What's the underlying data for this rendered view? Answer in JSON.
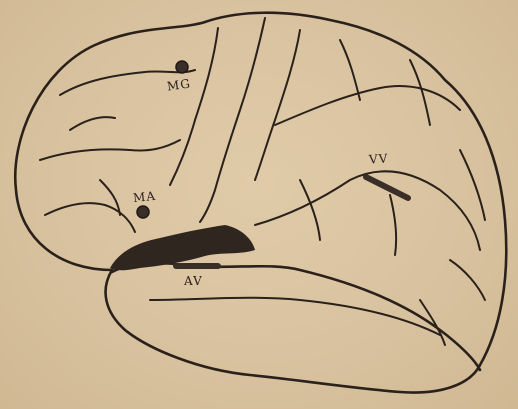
{
  "labels": {
    "mg": "MG",
    "ma": "MA",
    "vv": "VV",
    "av": "AV"
  },
  "colors": {
    "paper": "#d9c3a2",
    "ink": "#2a211b"
  }
}
